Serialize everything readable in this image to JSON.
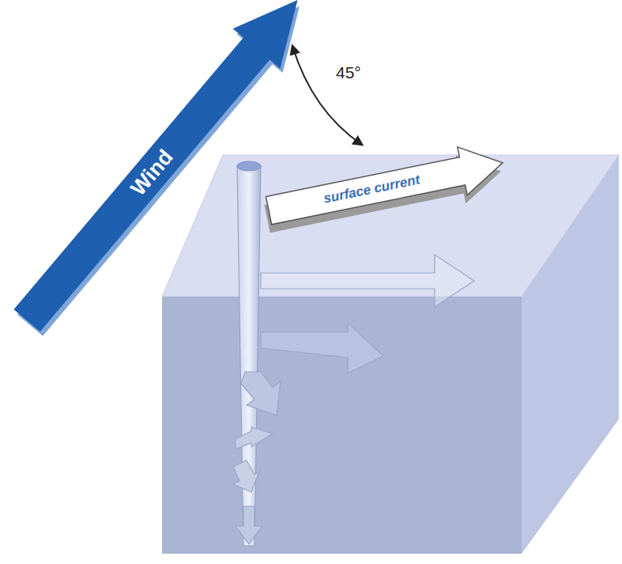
{
  "diagram": {
    "nodes": [
      {
        "text": [
          "Wind"
        ]
      },
      {
        "text": [
          "surface current"
        ]
      }
    ],
    "labels": [
      "45°"
    ]
  }
}
